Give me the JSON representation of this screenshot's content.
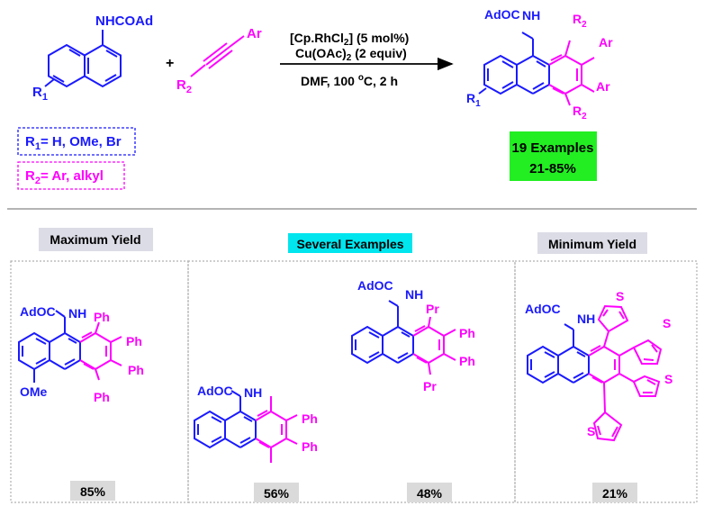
{
  "colors": {
    "scaffold": "#1a1aff",
    "substituent": "#ff00ff",
    "black": "#000000",
    "examples_box": "#22ee22",
    "several_header": "#00e5ee",
    "header_gray": "#dcdce6",
    "yield_gray": "#dadada"
  },
  "reaction": {
    "sm1_group": "NHCOAd",
    "sm1_r": "R",
    "sm1_r_sub": "1",
    "plus": "+",
    "alkyne_ar": "Ar",
    "alkyne_r": "R",
    "alkyne_r_sub": "2",
    "cond_line1_a": "[Cp.RhCl",
    "cond_line1_sub": "2",
    "cond_line1_b": "] (5 mol%)",
    "cond_line2_a": "Cu(OAc)",
    "cond_line2_sub": "2",
    "cond_line2_b": " (2 equiv)",
    "cond_line3_a": "DMF, 100 ",
    "cond_line3_sup": "o",
    "cond_line3_b": "C, 2 h",
    "prod_adoc": "AdOC",
    "prod_nh": "NH",
    "prod_r2_top": "R",
    "prod_r2_top_sub": "2",
    "prod_ar_top": "Ar",
    "prod_ar_bottom": "Ar",
    "prod_r2_bottom": "R",
    "prod_r2_bottom_sub": "2",
    "prod_r1": "R",
    "prod_r1_sub": "1",
    "r1_def_a": "R",
    "r1_def_sub": "1",
    "r1_def_b": "= H, OMe, Br",
    "r2_def_a": "R",
    "r2_def_sub": "2",
    "r2_def_b": "= Ar, alkyl",
    "examples_line1": "19 Examples",
    "examples_line2": "21-85%"
  },
  "headers": {
    "max": "Maximum Yield",
    "several": "Several Examples",
    "min": "Minimum Yield"
  },
  "examples": {
    "max": {
      "adoc": "AdOC",
      "nh": "NH",
      "ph1": "Ph",
      "ph2": "Ph",
      "ph3": "Ph",
      "ph4": "Ph",
      "ome": "OMe",
      "yield": "85%"
    },
    "me": {
      "adoc": "AdOC",
      "nh": "NH",
      "ph1": "Ph",
      "ph2": "Ph",
      "yield": "56%"
    },
    "pr": {
      "adoc": "AdOC",
      "nh": "NH",
      "pr1": "Pr",
      "ph1": "Ph",
      "ph2": "Ph",
      "pr2": "Pr",
      "yield": "48%"
    },
    "min": {
      "adoc": "AdOC",
      "nh": "NH",
      "s1": "S",
      "s2": "S",
      "s3": "S",
      "s4": "S",
      "yield": "21%"
    }
  }
}
